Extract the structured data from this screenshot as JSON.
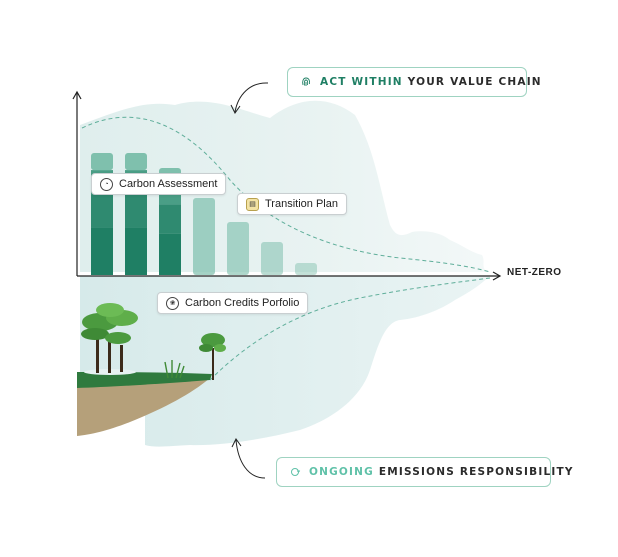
{
  "top_callout": {
    "highlight": "ACT WITHIN",
    "rest": " YOUR VALUE CHAIN",
    "icon": "fingerprint-icon"
  },
  "bottom_callout": {
    "highlight": "ONGOING",
    "rest": " EMISSIONS RESPONSIBILITY",
    "icon": "recycle-icon"
  },
  "labels": {
    "carbon_assessment": "Carbon Assessment",
    "transition_plan": "Transition Plan",
    "carbon_credits": "Carbon Credits Porfolio"
  },
  "axis": {
    "x_end_label": "NET-ZERO"
  },
  "colors": {
    "dark_green": "#1f7f64",
    "mid_green": "#3f9b82",
    "light_green": "#7fc0ad",
    "pale_teal": "#cfe9e6",
    "soil": "#b5a07a",
    "grass": "#2f7a3e"
  },
  "bars": [
    {
      "segments": [
        0.39,
        0.27,
        0.2,
        0.14
      ]
    },
    {
      "segments": [
        0.39,
        0.27,
        0.2,
        0.14
      ]
    },
    {
      "segments": [
        0.39,
        0.27,
        0.2,
        0.14
      ]
    },
    {
      "segments": [
        1.0
      ]
    },
    {
      "segments": [
        1.0
      ]
    },
    {
      "segments": [
        1.0
      ]
    },
    {
      "segments": [
        1.0
      ]
    }
  ],
  "bar_values": [
    122,
    122,
    107,
    77,
    53,
    33,
    12
  ]
}
